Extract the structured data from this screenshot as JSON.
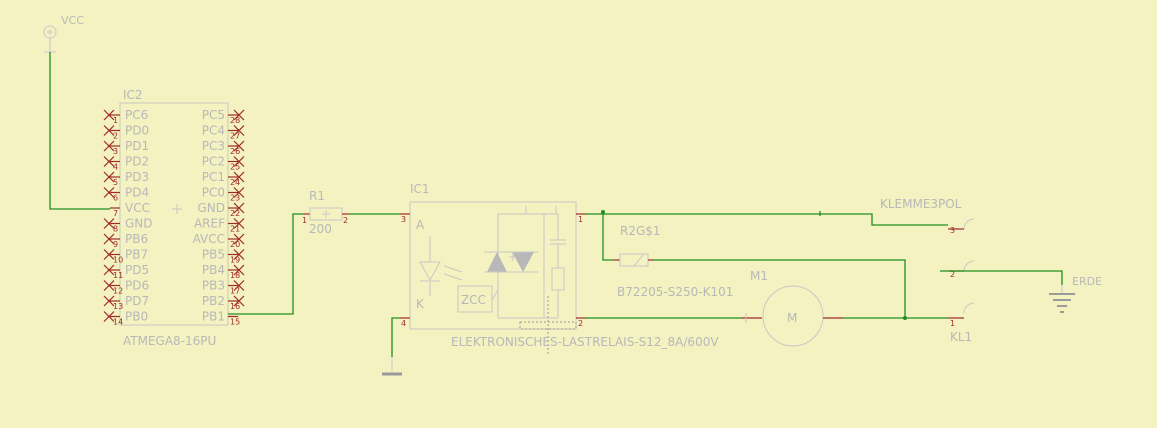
{
  "schematic": {
    "supply": {
      "name": "VCC"
    },
    "ground": {
      "name": "ERDE"
    },
    "mcu": {
      "ref": "IC2",
      "part": "ATMEGA8-16PU",
      "left_pins": [
        {
          "name": "PC6",
          "num": "1"
        },
        {
          "name": "PD0",
          "num": "2"
        },
        {
          "name": "PD1",
          "num": "3"
        },
        {
          "name": "PD2",
          "num": "4"
        },
        {
          "name": "PD3",
          "num": "5"
        },
        {
          "name": "PD4",
          "num": "6"
        },
        {
          "name": "VCC",
          "num": "7"
        },
        {
          "name": "GND",
          "num": "8"
        },
        {
          "name": "PB6",
          "num": "9"
        },
        {
          "name": "PB7",
          "num": "10"
        },
        {
          "name": "PD5",
          "num": "11"
        },
        {
          "name": "PD6",
          "num": "12"
        },
        {
          "name": "PD7",
          "num": "13"
        },
        {
          "name": "PB0",
          "num": "14"
        }
      ],
      "right_pins": [
        {
          "name": "PC5",
          "num": "28"
        },
        {
          "name": "PC4",
          "num": "27"
        },
        {
          "name": "PC3",
          "num": "26"
        },
        {
          "name": "PC2",
          "num": "25"
        },
        {
          "name": "PC1",
          "num": "24"
        },
        {
          "name": "PC0",
          "num": "23"
        },
        {
          "name": "GND",
          "num": "22"
        },
        {
          "name": "AREF",
          "num": "21"
        },
        {
          "name": "AVCC",
          "num": "20"
        },
        {
          "name": "PB5",
          "num": "19"
        },
        {
          "name": "PB4",
          "num": "18"
        },
        {
          "name": "PB3",
          "num": "17"
        },
        {
          "name": "PB2",
          "num": "16"
        },
        {
          "name": "PB1",
          "num": "15"
        }
      ]
    },
    "resistor": {
      "ref": "R1",
      "value": "200",
      "pin1": "1",
      "pin2": "2"
    },
    "relay": {
      "ref": "IC1",
      "part": "ELEKTRONISCHES-LASTRELAIS-S12_8A/600V",
      "label_a": "A",
      "label_k": "K",
      "label_zcc": "ZCC",
      "pin_a": "3",
      "pin_k": "4",
      "pin_out1": "1",
      "pin_out2": "2"
    },
    "varistor": {
      "ref": "R2G$1",
      "part": "B72205-S250-K101"
    },
    "motor": {
      "ref": "M1",
      "symbol": "M"
    },
    "terminal": {
      "ref": "KL1",
      "name": "KLEMME3POL",
      "pins": [
        "3",
        "2",
        "1"
      ]
    }
  }
}
